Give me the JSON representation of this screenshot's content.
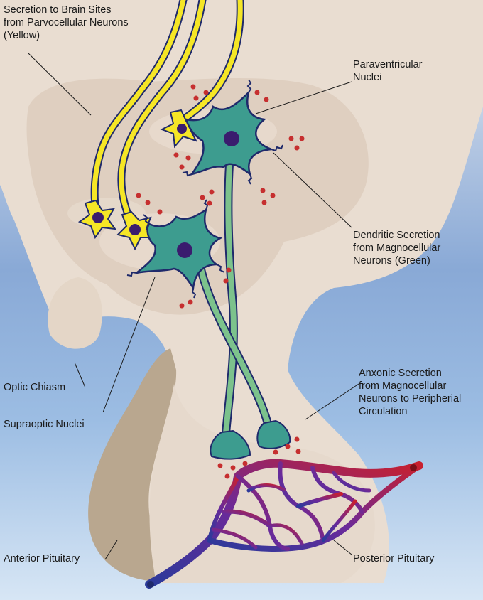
{
  "labels": {
    "brain_sites": [
      "Secretion to Brain Sites",
      "from  Parvocellular Neurons",
      "(Yellow)"
    ],
    "paraventricular": [
      "Paraventricular",
      "Nuclei"
    ],
    "dendritic": [
      "Dendritic Secretion",
      "from Magnocellular",
      "Neurons (Green)"
    ],
    "anxonic": [
      "Anxonic Secretion",
      "from Magnocellular",
      "Neurons to Peripherial",
      "Circulation"
    ],
    "optic_chiasm": "Optic Chiasm",
    "supraoptic": "Supraoptic Nuclei",
    "anterior": "Anterior Pituitary",
    "posterior": "Posterior  Pituitary"
  },
  "colors": {
    "background_top": "#ffffff",
    "background_bottom": "#7fa6d8",
    "tissue": "#e9ddd1",
    "nucleus_region": "#ddcdbd",
    "anterior_pituitary": "#b9a78f",
    "parvocellular_neuron": "#f5e626",
    "magnocellular_neuron": "#3d9c8f",
    "axon_green": "#7cc28c",
    "cell_outline": "#1f2a6b",
    "nucleus": "#3a1c6e",
    "secretion_dot": "#c62f2f",
    "vessel_blue": "#2b3a9a",
    "vessel_red": "#c8202e"
  }
}
